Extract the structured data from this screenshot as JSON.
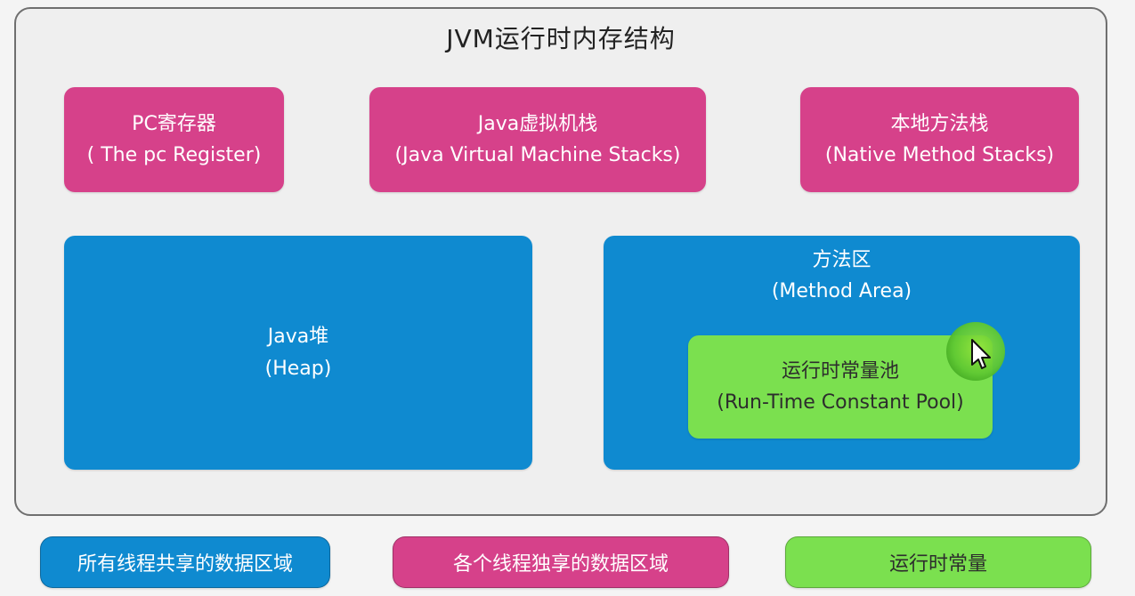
{
  "title": "JVM运行时内存结构",
  "top_boxes": [
    {
      "name": "PC寄存器",
      "en": "( The pc Register)"
    },
    {
      "name": "Java虚拟机栈",
      "en": "(Java Virtual Machine Stacks)"
    },
    {
      "name": "本地方法栈",
      "en": "(Native Method Stacks)"
    }
  ],
  "heap": {
    "name": "Java堆",
    "en": "(Heap)"
  },
  "method_area": {
    "name": "方法区",
    "en": "(Method Area)"
  },
  "constant_pool": {
    "name": "运行时常量池",
    "en": "(Run-Time Constant Pool)"
  },
  "legend": [
    {
      "label": "所有线程共享的数据区域",
      "color": "#0f8ad0"
    },
    {
      "label": "各个线程独享的数据区域",
      "color": "#d6418a"
    },
    {
      "label": "运行时常量",
      "color": "#7be04f"
    }
  ],
  "colors": {
    "shared": "#0f8ad0",
    "per_thread": "#d6418a",
    "runtime_constant": "#7be04f",
    "frame_bg": "#efefef"
  },
  "icons": {
    "cursor": "mouse-pointer-icon"
  }
}
